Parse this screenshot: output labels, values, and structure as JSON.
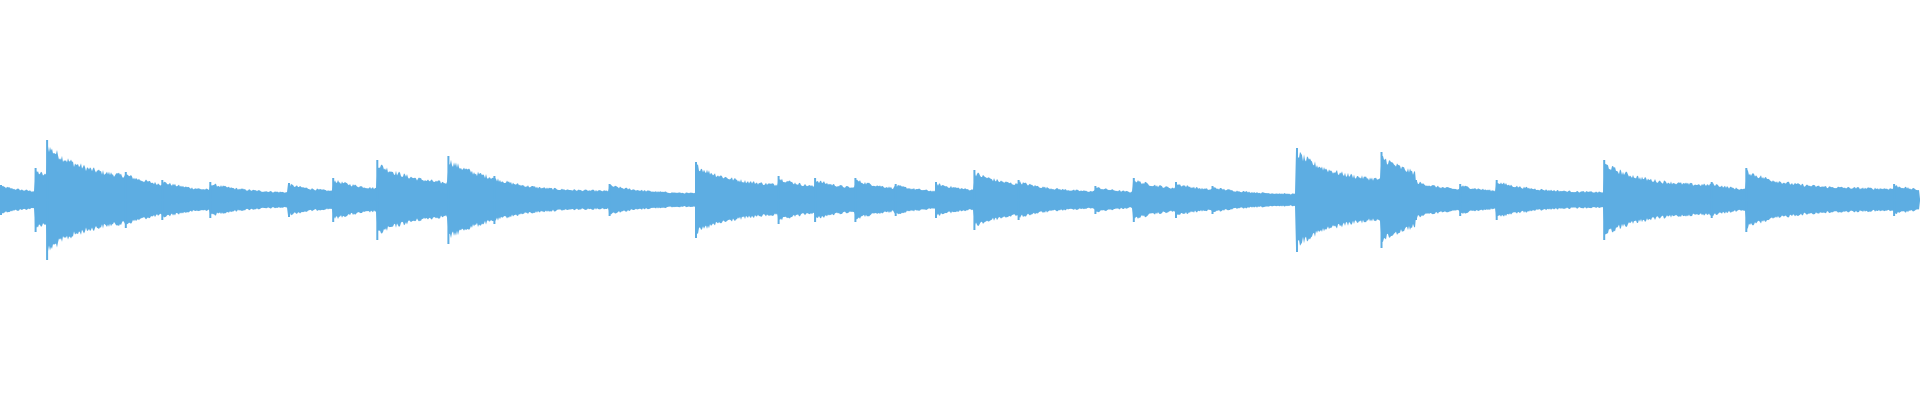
{
  "waveform": {
    "color": "#5dade2",
    "background": "#ffffff",
    "baseline_amplitude": 0.006,
    "notes": [
      {
        "t": 0.0,
        "a": 0.075
      },
      {
        "t": 0.018,
        "a": 0.16
      },
      {
        "t": 0.024,
        "a": 0.3
      },
      {
        "t": 0.065,
        "a": 0.14
      },
      {
        "t": 0.084,
        "a": 0.1
      },
      {
        "t": 0.109,
        "a": 0.09
      },
      {
        "t": 0.15,
        "a": 0.085
      },
      {
        "t": 0.173,
        "a": 0.11
      },
      {
        "t": 0.196,
        "a": 0.2
      },
      {
        "t": 0.233,
        "a": 0.22
      },
      {
        "t": 0.257,
        "a": 0.12
      },
      {
        "t": 0.317,
        "a": 0.08
      },
      {
        "t": 0.362,
        "a": 0.19
      },
      {
        "t": 0.405,
        "a": 0.12
      },
      {
        "t": 0.424,
        "a": 0.11
      },
      {
        "t": 0.445,
        "a": 0.11
      },
      {
        "t": 0.466,
        "a": 0.08
      },
      {
        "t": 0.487,
        "a": 0.09
      },
      {
        "t": 0.507,
        "a": 0.15
      },
      {
        "t": 0.53,
        "a": 0.1
      },
      {
        "t": 0.57,
        "a": 0.07
      },
      {
        "t": 0.59,
        "a": 0.11
      },
      {
        "t": 0.612,
        "a": 0.09
      },
      {
        "t": 0.631,
        "a": 0.07
      },
      {
        "t": 0.675,
        "a": 0.26
      },
      {
        "t": 0.719,
        "a": 0.24
      },
      {
        "t": 0.737,
        "a": 0.1
      },
      {
        "t": 0.76,
        "a": 0.08
      },
      {
        "t": 0.779,
        "a": 0.1
      },
      {
        "t": 0.835,
        "a": 0.2
      },
      {
        "t": 0.891,
        "a": 0.09
      },
      {
        "t": 0.909,
        "a": 0.16
      },
      {
        "t": 0.986,
        "a": 0.08
      }
    ]
  }
}
